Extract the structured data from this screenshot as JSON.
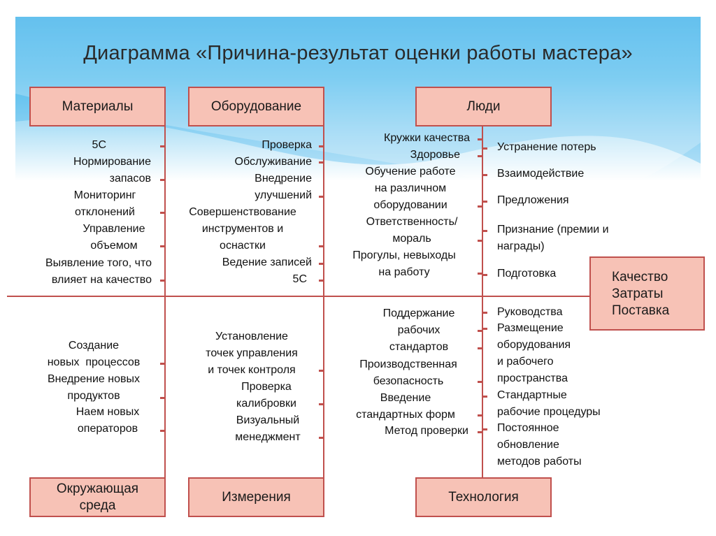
{
  "title": "Диаграмма «Причина-результат оценки работы мастера»",
  "categories": {
    "materials": "Материалы",
    "equipment": "Оборудование",
    "people": "Люди",
    "environment": "Окружающая\nсреда",
    "measurement": "Измерения",
    "technology": "Технология"
  },
  "result": [
    "Качество",
    "Затраты",
    "Поставка"
  ],
  "causes": {
    "materials_top": [
      "5С",
      "Нормирование\nзапасов",
      "Мониторинг\nотклонений",
      "Управление\nобъемом",
      "Выявление того, что\nвлияет на качество"
    ],
    "equipment_top": [
      "Проверка",
      "Обслуживание",
      "Внедрение\nулучшений",
      "Совершенствование\nинструментов и\nоснастки",
      "Ведение записей",
      "5С"
    ],
    "people_left": [
      "Кружки качества",
      "Здоровье",
      "Обучение работе\nна различном\nоборудовании",
      "Ответственность/\nмораль",
      "Прогулы, невыходы\nна работу"
    ],
    "people_right": [
      "Устранение потерь",
      "Взаимодействие",
      "Предложения",
      "Признание (премии и\nнаграды)",
      "Подготовка"
    ],
    "environment_bottom": [
      "Создание\nновых  процессов",
      "Внедрение новых\nпродуктов",
      "Наем новых\nоператоров"
    ],
    "measurement_bottom": [
      "Установление\nточек управления\nи точек контроля",
      "Проверка\nкалибровки",
      "Визуальный\nменеджмент"
    ],
    "technology_left": [
      "Поддержание\nрабочих\nстандартов",
      "Производственная\nбезопасность",
      "Введение\nстандартных форм",
      "Метод проверки"
    ],
    "technology_right": [
      "Руководства",
      "Размещение\nоборудования\nи рабочего\nпространства",
      "Стандартные\nрабочие процедуры",
      "Постоянное\nобновление\nметодов работы"
    ]
  },
  "colors": {
    "box_fill": "#f7c2b6",
    "line": "#c0504d",
    "sky": "#2aa9e8"
  }
}
